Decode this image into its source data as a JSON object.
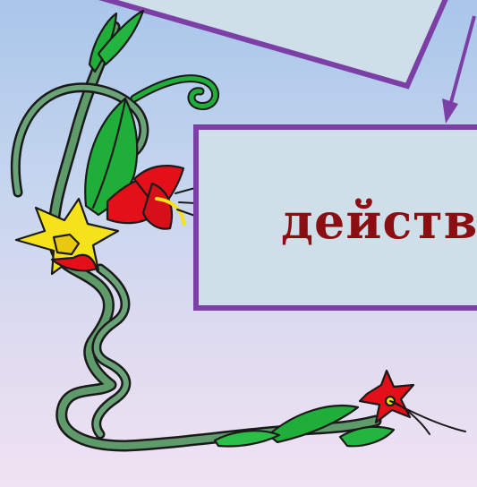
{
  "slide": {
    "box_word": "действ",
    "colors": {
      "background_top": "#a9c6ea",
      "background_bottom": "#efe3f3",
      "box_fill": "#cfdfe9",
      "box_border": "#7b3fa6",
      "text": "#8b0e12",
      "arrow": "#7b3fa6",
      "stem": "#5f9a6a",
      "leaf": "#1fae3a",
      "petal_red": "#e3101a",
      "petal_yellow": "#f5e21a"
    },
    "decorations": [
      "flower-vine-illustration",
      "callout-arrow",
      "pointer-arrow"
    ]
  }
}
